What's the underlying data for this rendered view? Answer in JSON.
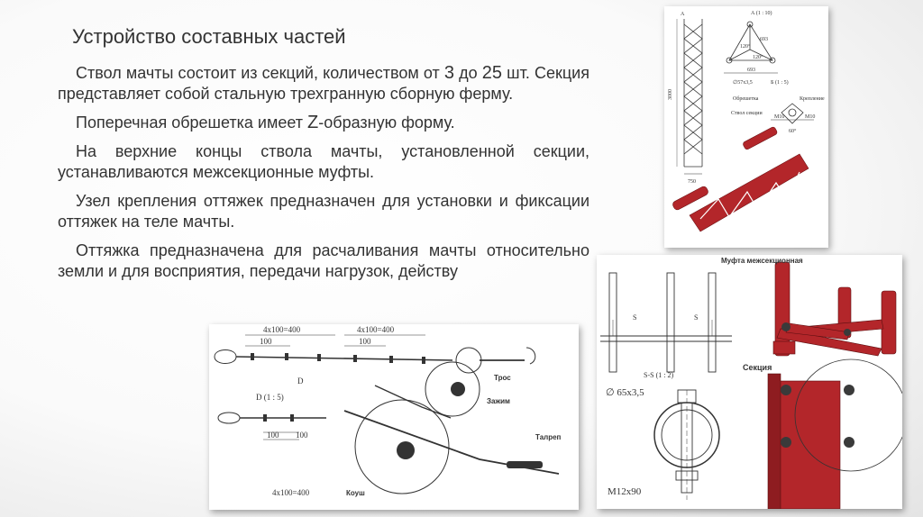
{
  "slide": {
    "title": "Устройство составных частей",
    "paragraphs": [
      {
        "pre": "Ствол мачты состоит из секций, количеством от ",
        "n1": "3",
        "mid": " до ",
        "n2": "25",
        "post": " шт. Секция представляет собой стальную трехгранную сборную ферму."
      },
      {
        "pre": "Поперечная обрешетка имеет ",
        "n1": "Z",
        "post": "-образную форму."
      },
      {
        "text": "На верхние концы ствола мачты, установленной секции, устанавливаются межсекционные муфты."
      },
      {
        "text": "Узел крепления оттяжек предназначен для установки и фиксации оттяжек на теле мачты."
      },
      {
        "text": "Оттяжка предназначена для расчаливания мачты относительно земли и для восприятия, передачи нагрузок, действу"
      }
    ]
  },
  "figure_top_right": {
    "labels": {
      "a": "А",
      "height": "3000",
      "width": "750",
      "a_scale": "А (1 : 10)",
      "dim_side": "693",
      "angle_120a": "120°",
      "angle_120b": "120°",
      "dim_bottom": "693",
      "pipe": "∅57х3,5",
      "b_scale": "Б (1 : 5)",
      "obreshetka": "Обрешетка",
      "stvol": "Ствол секции",
      "kreplenie": "Крепление",
      "m10a": "М10",
      "m10b": "М10",
      "angle_60": "60°"
    }
  },
  "figure_middle_right": {
    "labels": {
      "mufta": "Муфта межсекционная",
      "s_left": "S",
      "s_right": "S",
      "section_ss": "S-S  (1 : 2)",
      "pipe": "∅ 65х3,5",
      "bolt": "М12х90",
      "sektsiya": "Секция"
    }
  },
  "figure_bottom_left": {
    "labels": {
      "dim1": "4х100=400",
      "dim2": "100",
      "dim3": "4х100=400",
      "dim4": "100",
      "d_mark": "D",
      "d_scale": "D (1 : 5)",
      "dim5": "100",
      "dim6": "100",
      "dim7": "4х100=400",
      "tros": "Трос",
      "zazhim": "Зажим",
      "talrep": "Талреп",
      "koush": "Коуш"
    }
  },
  "colors": {
    "mast_red": "#b3262a",
    "line": "#333333",
    "text": "#333333"
  }
}
